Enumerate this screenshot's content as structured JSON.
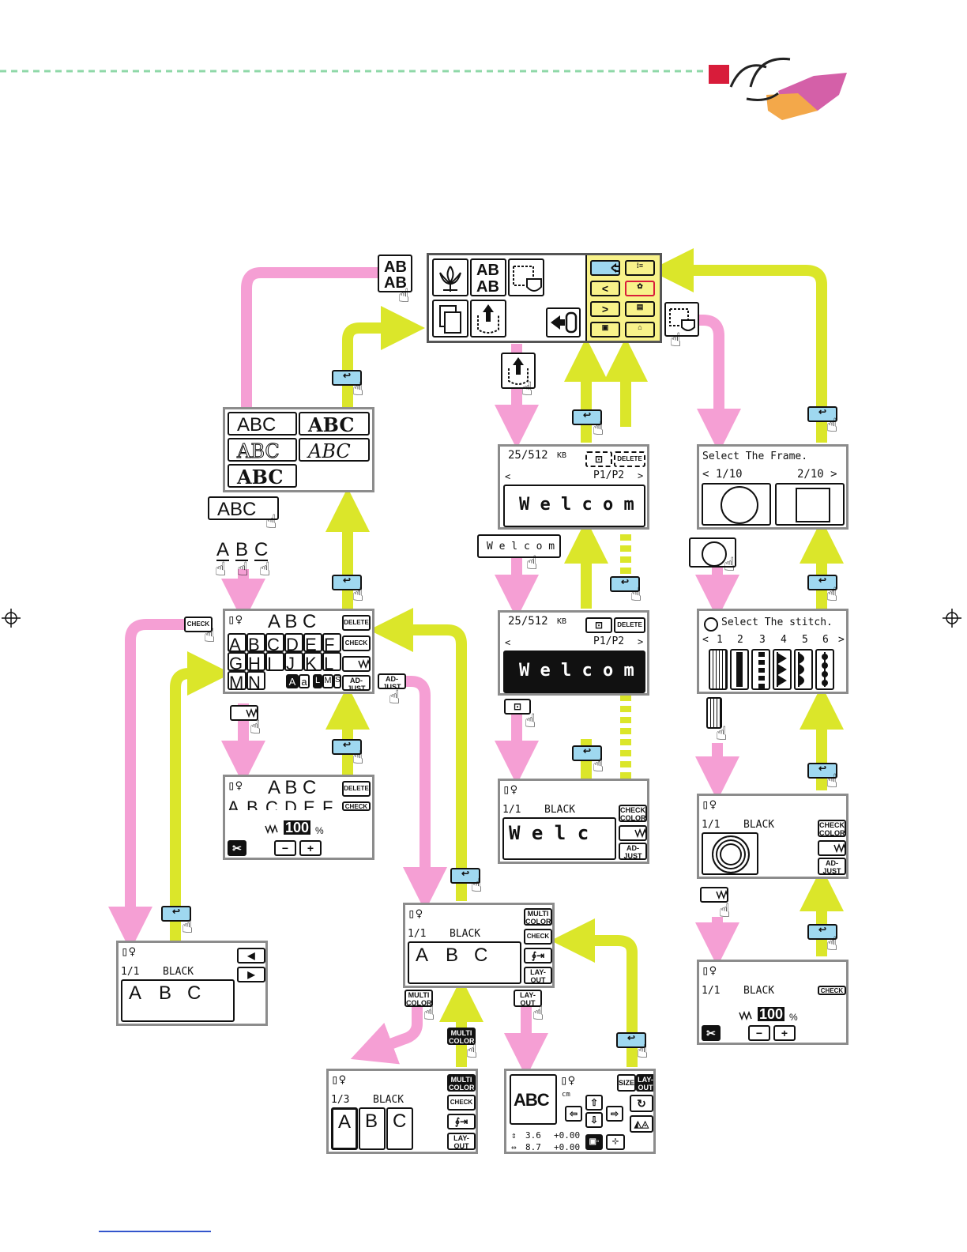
{
  "colors": {
    "pink_arrow": "#f59fd4",
    "green_arrow": "#dbe62a",
    "panel_yellow": "#f8f28a",
    "back_button_blue": "#9fd8f0",
    "dashed_line": "#8fd8a8",
    "screen_border": "#8c8c8c"
  },
  "icons": [
    "flower-embroidery-icon",
    "abc-font-icon",
    "frame-icon",
    "pocket-memory-icon",
    "arrow-into-icon",
    "back-icon",
    "hand-pointer-icon",
    "scissors-icon",
    "stitch-pattern-icon"
  ],
  "main_menu": {
    "ab_label": "AB",
    "ab_label2": "AB"
  },
  "buttons": {
    "check": "CHECK",
    "delete": "DELETE",
    "adjust": "AD-\nJUST",
    "adjust_left": "AD-",
    "adjust_right": "JUST",
    "check_color_1": "CHECK",
    "check_color_2": "COLOR",
    "multi": "MULTI",
    "color": "COLOR",
    "layout_1": "LAY-",
    "layout_2": "OUT",
    "size": "SIZE"
  },
  "font_select": {
    "fonts": [
      "ABC",
      "ABC",
      "ABC",
      "ABC",
      "ABC"
    ],
    "pick": "ABC",
    "letters": [
      "A",
      "B",
      "C"
    ]
  },
  "char_input": {
    "title": "A B C",
    "row1": [
      "A",
      "B",
      "C",
      "D",
      "E",
      "F"
    ],
    "row2": [
      "G",
      "H",
      "I",
      "J",
      "K",
      "L"
    ],
    "row3": [
      "M",
      "N"
    ],
    "case_labels": [
      "A",
      "a",
      "L",
      "M",
      "S"
    ]
  },
  "density": {
    "title": "A B C",
    "row": [
      "A",
      "B",
      "C",
      "D",
      "E",
      "F"
    ],
    "value": "100",
    "unit": "%",
    "minus": "−",
    "plus": "+"
  },
  "thread_info": {
    "count": "1/1",
    "count3": "1/3",
    "color": "BLACK",
    "letters": [
      "A",
      "B",
      "C"
    ]
  },
  "memory": {
    "usage": "25/512",
    "unit": "KB",
    "pages": "P1/P2",
    "prev": "<",
    "next": ">",
    "word": "Welcom",
    "word_spaced": "W e l c o m",
    "preview": "W e l c"
  },
  "frame_select": {
    "title": "Select The Frame.",
    "page_left": "< 1/10",
    "page_right": "2/10 >"
  },
  "stitch_select": {
    "title": "Select The stitch.",
    "numbers": [
      "<",
      "1",
      "2",
      "3",
      "4",
      "5",
      "6",
      ">"
    ]
  },
  "layout_screen": {
    "abc": "ABC",
    "unit": "cm",
    "h_size": "3.6",
    "w_size": "8.7",
    "h_off": "+0.00",
    "w_off": "+0.00"
  }
}
